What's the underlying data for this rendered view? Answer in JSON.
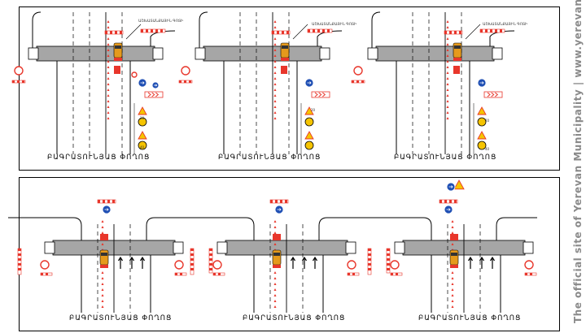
{
  "street_name": "ԲԱԳՐԱՏՈՒՆՅԱՑ ՓՈՂՈՑ",
  "watermark": "The official site of Yerevan Municipality | www.yerevan.am",
  "callout_text": "ԱՇԽԱՏԱՆՔԱՅԻՆ ԳՈՏԻ",
  "sign_values": {
    "speed_a": "20",
    "speed_b": "40"
  },
  "colors": {
    "barrier_red": "#e8362b",
    "barrier_white": "#ffffff",
    "bridge_gray": "#a6a6a6",
    "sign_blue": "#1f4fb4",
    "sign_yellow": "#f5c400",
    "vehicle_orange": "#e59a1c"
  }
}
